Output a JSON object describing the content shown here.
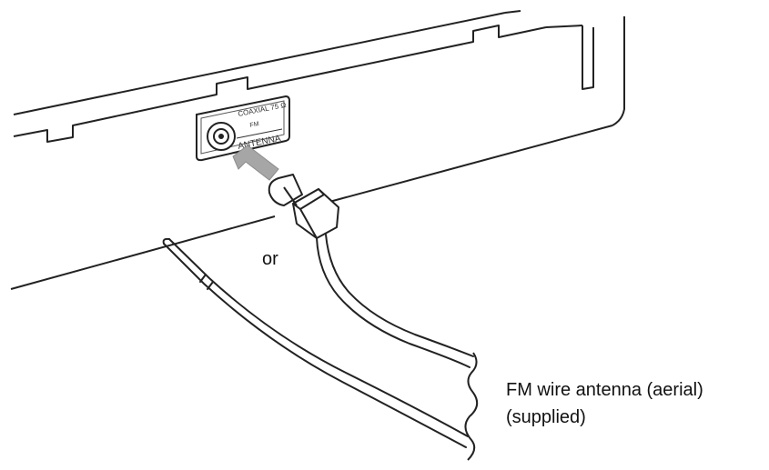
{
  "jack": {
    "line1": "COAXIAL 75 Ω",
    "line2": "FM",
    "name": "ANTENNA"
  },
  "or_label": "or",
  "caption": {
    "line1": "FM wire antenna (aerial)",
    "line2": "(supplied)"
  },
  "colors": {
    "line": "#222222",
    "arrow": "#a6a6a6",
    "background": "#ffffff"
  }
}
